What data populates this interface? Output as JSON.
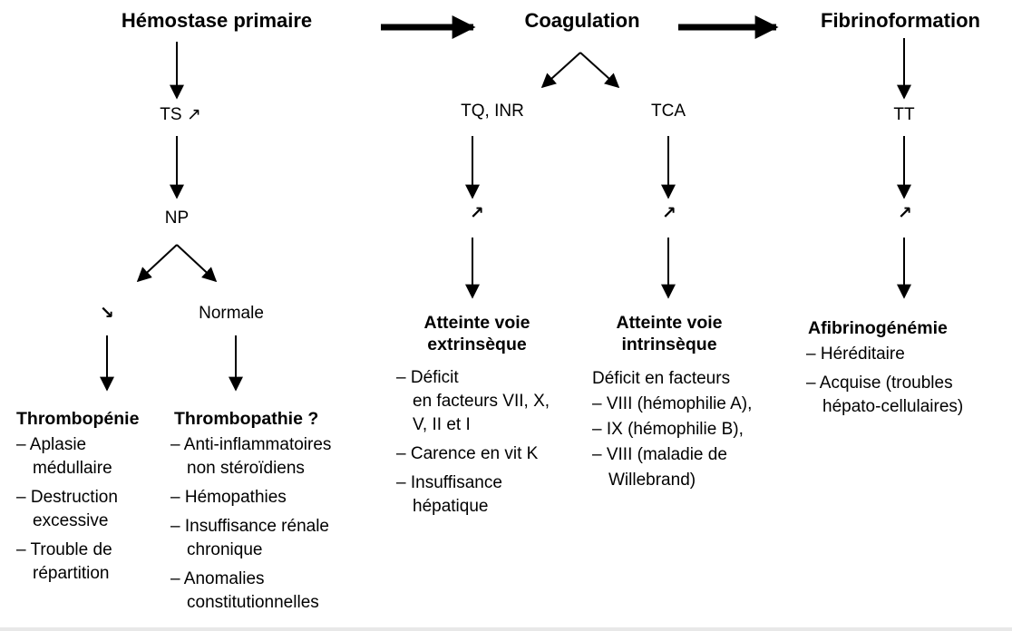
{
  "headers": {
    "primary": "Hémostase primaire",
    "coagulation": "Coagulation",
    "fibrino": "Fibrinoformation"
  },
  "tests": {
    "ts": "TS ↗",
    "np": "NP",
    "tq": "TQ, INR",
    "tca": "TCA",
    "tt": "TT"
  },
  "results": {
    "np_low": "↘",
    "np_normal": "Normale",
    "tq_up": "↗",
    "tca_up": "↗",
    "tt_up": "↗"
  },
  "thrombopenie": {
    "title": "Thrombopénie",
    "items": [
      [
        "– Aplasie",
        "médullaire"
      ],
      [
        "– Destruction",
        "excessive"
      ],
      [
        "– Trouble de",
        "répartition"
      ]
    ]
  },
  "thrombopathie": {
    "title": "Thrombopathie ?",
    "items": [
      [
        "– Anti-inflammatoires",
        "non stéroïdiens"
      ],
      [
        "– Hémopathies"
      ],
      [
        "– Insuffisance rénale",
        "chronique"
      ],
      [
        "– Anomalies",
        "constitutionnelles"
      ]
    ]
  },
  "extrinseque": {
    "title_line1": "Atteinte voie",
    "title_line2": "extrinsèque",
    "items": [
      [
        "– Déficit",
        "en facteurs VII, X,",
        "V, II et I"
      ],
      [
        "– Carence en vit K"
      ],
      [
        "– Insuffisance",
        "hépatique"
      ]
    ]
  },
  "intrinseque": {
    "title_line1": "Atteinte voie",
    "title_line2": "intrinsèque",
    "lines": [
      "Déficit en facteurs",
      "– VIII (hémophilie A),",
      "– IX  (hémophilie B),",
      "– VIII (maladie de",
      "Willebrand)"
    ]
  },
  "afibrino": {
    "title": "Afibrinogénémie",
    "items": [
      [
        "– Héréditaire"
      ],
      [
        "– Acquise (troubles",
        "hépato-cellulaires)"
      ]
    ]
  }
}
